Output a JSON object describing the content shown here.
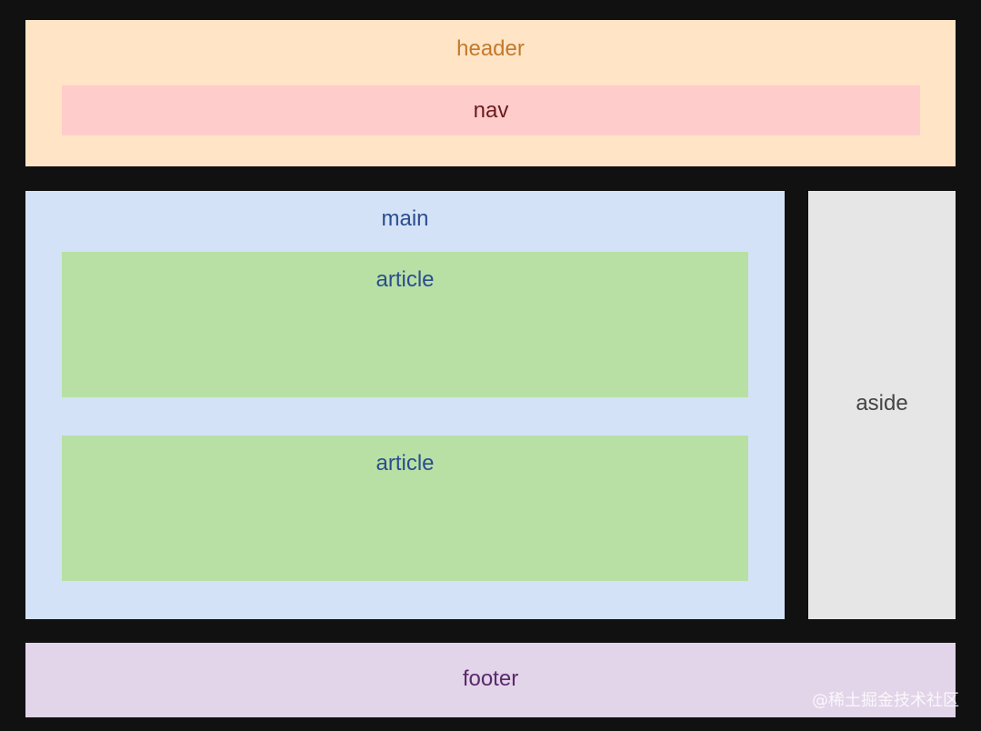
{
  "header": {
    "label": "header",
    "color": "#ffe4c6"
  },
  "nav": {
    "label": "nav",
    "color": "#ffcccc"
  },
  "main": {
    "label": "main",
    "color": "#d4e2f7",
    "articles": [
      {
        "label": "article"
      },
      {
        "label": "article"
      }
    ]
  },
  "aside": {
    "label": "aside",
    "color": "#e6e6e6"
  },
  "footer": {
    "label": "footer",
    "color": "#e2d4e9"
  },
  "watermark": "@稀土掘金技术社区"
}
